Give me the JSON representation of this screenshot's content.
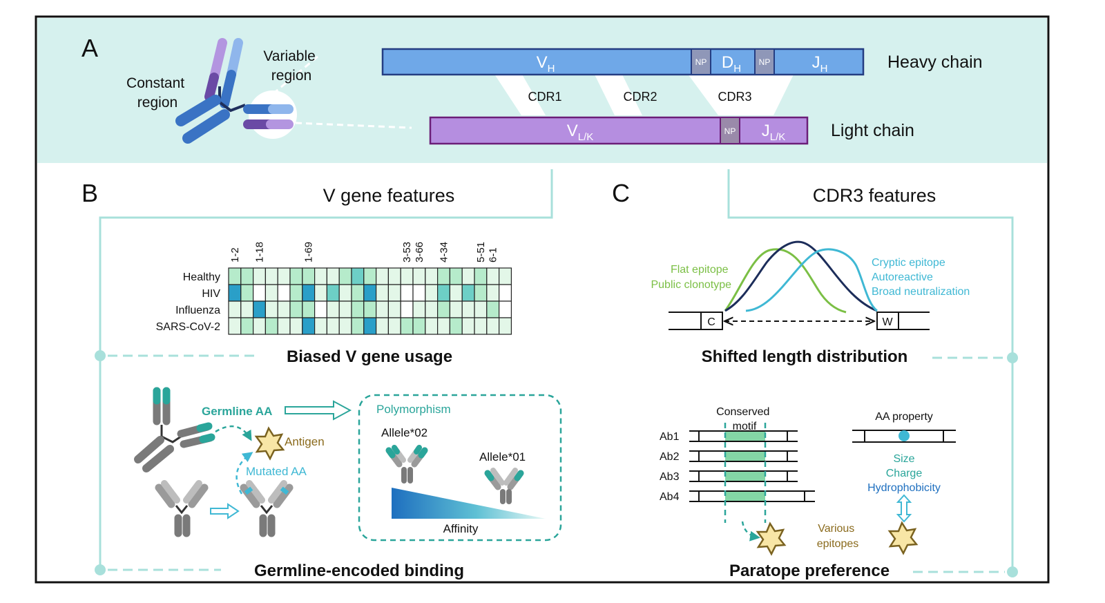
{
  "panel_a": {
    "letter": "A",
    "constant_region": [
      "Constant",
      "region"
    ],
    "variable_region": [
      "Variable",
      "region"
    ],
    "heavy_chain": {
      "segments": [
        {
          "label": "V",
          "sub": "H"
        },
        {
          "label": "NP",
          "sub": ""
        },
        {
          "label": "D",
          "sub": "H"
        },
        {
          "label": "NP",
          "sub": ""
        },
        {
          "label": "J",
          "sub": "H"
        }
      ],
      "name": "Heavy chain"
    },
    "light_chain": {
      "segments": [
        {
          "label": "V",
          "sub": "L/K"
        },
        {
          "label": "NP",
          "sub": ""
        },
        {
          "label": "J",
          "sub": "L/K"
        }
      ],
      "name": "Light chain"
    },
    "cdr_labels": [
      "CDR1",
      "CDR2",
      "CDR3"
    ],
    "colors": {
      "heavy": "#6fa8e8",
      "light": "#b58ee0",
      "np": "#8f97b8",
      "bg": "#d6f1ee"
    }
  },
  "panel_b": {
    "letter": "B",
    "title": "V gene features",
    "heatmap": {
      "row_labels": [
        "Healthy",
        "HIV",
        "Influenza",
        "SARS-CoV-2"
      ],
      "column_labels": [
        {
          "col": 0,
          "text": "1-2"
        },
        {
          "col": 2,
          "text": "1-18"
        },
        {
          "col": 6,
          "text": "1-69"
        },
        {
          "col": 14,
          "text": "3-53"
        },
        {
          "col": 15,
          "text": "3-66"
        },
        {
          "col": 17,
          "text": "4-34"
        },
        {
          "col": 20,
          "text": "5-51"
        },
        {
          "col": 21,
          "text": "6-1"
        }
      ],
      "levels": [
        [
          2,
          2,
          1,
          1,
          1,
          2,
          2,
          1,
          1,
          2,
          3,
          2,
          1,
          1,
          1,
          1,
          1,
          2,
          2,
          1,
          2,
          1,
          1
        ],
        [
          4,
          2,
          0,
          1,
          0,
          2,
          4,
          1,
          3,
          1,
          2,
          4,
          1,
          1,
          0,
          0,
          1,
          3,
          1,
          3,
          2,
          1,
          0
        ],
        [
          1,
          1,
          4,
          1,
          1,
          2,
          2,
          0,
          1,
          1,
          2,
          2,
          1,
          1,
          0,
          1,
          1,
          2,
          1,
          1,
          1,
          2,
          0
        ],
        [
          1,
          2,
          1,
          2,
          1,
          1,
          4,
          1,
          1,
          1,
          2,
          4,
          1,
          1,
          2,
          2,
          1,
          1,
          2,
          1,
          1,
          1,
          1
        ]
      ],
      "palette": [
        "#ffffff",
        "#e3f7e8",
        "#b6ebcb",
        "#6dcfc6",
        "#2a9fc8"
      ]
    },
    "biased_label": "Biased V gene usage",
    "germline_aa": "Germline AA",
    "antigen": "Antigen",
    "mutated_aa": "Mutated AA",
    "polymorphism": "Polymorphism",
    "allele_02": "Allele*02",
    "allele_01": "Allele*01",
    "affinity": "Affinity",
    "germline_binding": "Germline-encoded binding"
  },
  "panel_c": {
    "letter": "C",
    "title": "CDR3 features",
    "left_notes": [
      "Flat epitope",
      "Public clonotype"
    ],
    "right_notes": [
      "Cryptic epitope",
      "Autoreactive",
      "Broad neutralization"
    ],
    "anchor_c": "C",
    "anchor_w": "W",
    "shifted_label": "Shifted length distribution",
    "conserved_motif": [
      "Conserved",
      "motif"
    ],
    "antibodies": [
      "Ab1",
      "Ab2",
      "Ab3",
      "Ab4"
    ],
    "aa_property": "AA property",
    "properties": [
      "Size",
      "Charge",
      "Hydrophobicity"
    ],
    "various_epitopes": [
      "Various",
      "epitopes"
    ],
    "paratope_label": "Paratope preference"
  },
  "colors": {
    "teal": "#2aa59a",
    "cyan": "#3fb8d4",
    "green": "#7bbf45",
    "navy": "#1c2d5a",
    "frame": "#a8e0db",
    "antigen_fill": "#f8e6a6",
    "antigen_stroke": "#7a6220",
    "brown_text": "#8a6a1c"
  }
}
